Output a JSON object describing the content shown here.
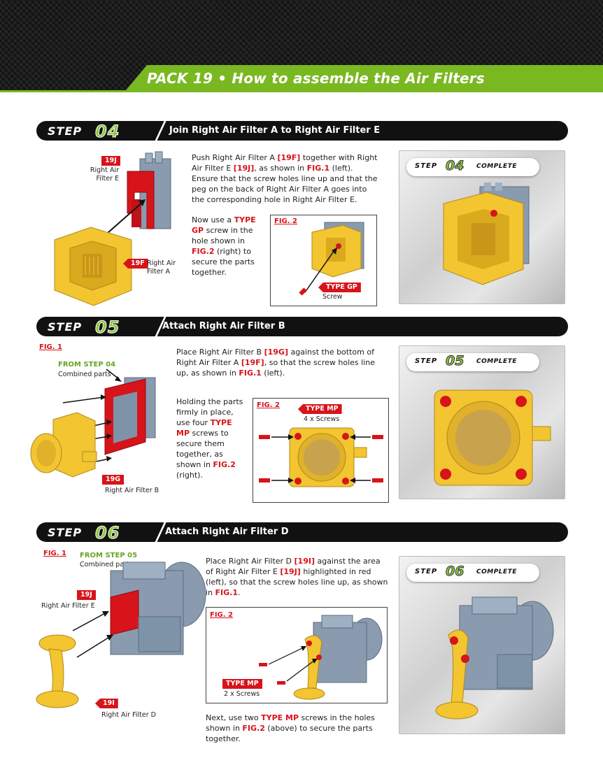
{
  "page": {
    "title": "PACK 19 • How to assemble the Air Filters"
  },
  "step04": {
    "word": "STEP",
    "number": "04",
    "title": "Join Right Air Filter A to Right Air Filter E",
    "tag_19j": "19J",
    "label_19j": "Right Air Filter E",
    "tag_19f": "19F",
    "label_19f": "Right Air Filter A",
    "p1": [
      "Push Right Air Filter A ",
      "[19F]",
      " together with Right Air Filter E ",
      "[19J]",
      ", as shown in ",
      "FIG.1",
      " (left). Ensure that the screw holes line up and that the peg on the back of Right Air Filter A goes into the corresponding hole in Right Air Filter E."
    ],
    "p2": [
      "Now use a ",
      "TYPE GP",
      " screw in the hole shown in ",
      "FIG.2",
      " (right) to secure the parts together."
    ],
    "fig2": "FIG. 2",
    "screw_tag": "TYPE GP",
    "screw_label": "Screw",
    "complete": "COMPLETE"
  },
  "step05": {
    "word": "STEP",
    "number": "05",
    "title": "Attach Right Air Filter B",
    "fig1": "FIG. 1",
    "from_step": "FROM STEP 04",
    "combined": "Combined parts",
    "tag_19g": "19G",
    "label_19g": "Right Air Filter B",
    "p1": [
      "Place Right Air Filter B ",
      "[19G]",
      " against the bottom of Right Air Filter A ",
      "[19F]",
      ", so that the screw holes line up, as shown in ",
      "FIG.1",
      " (left)."
    ],
    "p2": [
      "Holding the parts firmly in place, use four ",
      "TYPE MP",
      " screws to secure them together, as shown in ",
      "FIG.2",
      " (right)."
    ],
    "fig2": "FIG. 2",
    "screw_tag": "TYPE MP",
    "screw_label": "4 x Screws",
    "complete": "COMPLETE"
  },
  "step06": {
    "word": "STEP",
    "number": "06",
    "title": "Attach Right Air Filter D",
    "fig1": "FIG. 1",
    "from_step": "FROM STEP 05",
    "combined": "Combined parts",
    "tag_19j": "19J",
    "label_19j": "Right Air Filter E",
    "tag_19i": "19I",
    "label_19i": "Right Air Filter D",
    "p1": [
      "Place Right Air Filter D ",
      "[19I]",
      " against the area of Right Air Filter E ",
      "[19J]",
      " highlighted in red (left), so that the screw holes line up, as shown in ",
      "FIG.1",
      "."
    ],
    "p2": [
      "Next, use two ",
      "TYPE MP",
      " screws in the holes shown in ",
      "FIG.2",
      " (above) to secure the parts together."
    ],
    "fig2": "FIG. 2",
    "screw_tag": "TYPE MP",
    "screw_label": "2 x Screws",
    "complete": "COMPLETE"
  },
  "colors": {
    "accent_green": "#8cc63f",
    "accent_red": "#d7141a",
    "part_yellow": "#f2c531",
    "part_blue": "#7f93a8"
  }
}
